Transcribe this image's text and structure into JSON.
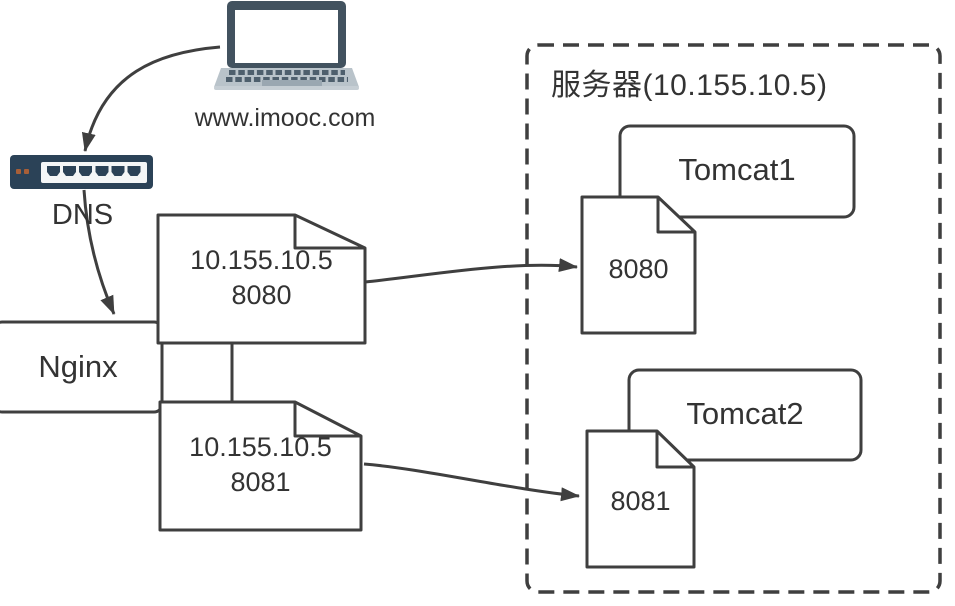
{
  "client": {
    "domain": "www.imooc.com"
  },
  "dns": {
    "label": "DNS"
  },
  "nginx": {
    "label": "Nginx"
  },
  "upstream_8080": {
    "ip": "10.155.10.5",
    "port": "8080"
  },
  "upstream_8081": {
    "ip": "10.155.10.5",
    "port": "8081"
  },
  "server_group": {
    "title": "服务器(10.155.10.5)"
  },
  "tomcat1": {
    "label": "Tomcat1",
    "port": "8080"
  },
  "tomcat2": {
    "label": "Tomcat2",
    "port": "8081"
  },
  "icons": {
    "client": "laptop-icon",
    "dns": "network-switch-icon"
  },
  "colors": {
    "line": "#3f3f3f",
    "text": "#333333",
    "switch_body": "#2b4257",
    "switch_led": "#a85f38",
    "laptop_frame": "#42525f",
    "laptop_base": "#b9c3ca"
  }
}
